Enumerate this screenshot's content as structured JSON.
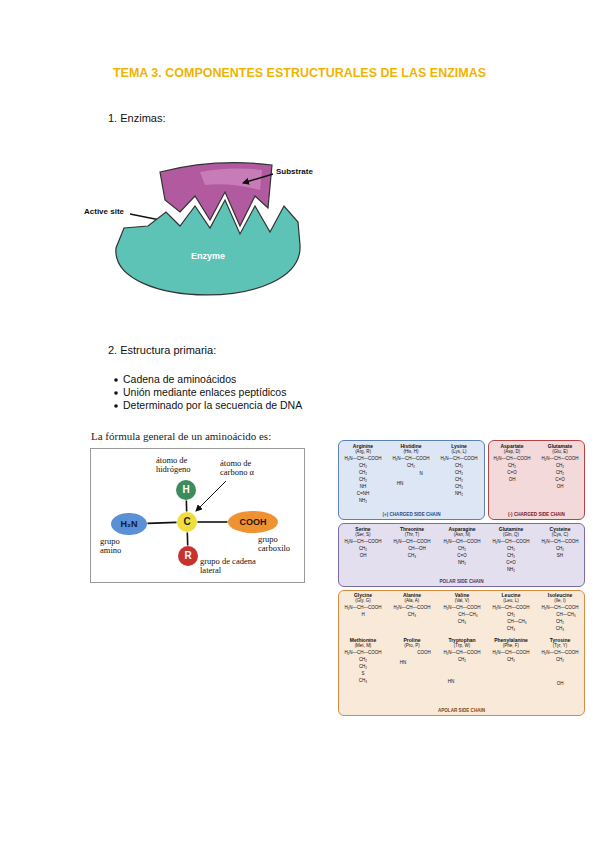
{
  "diagram": {
    "title": "TEMA 3. COMPONENTES ESTRUCTURALES DE LAS ENZIMAS",
    "nodes": [
      {
        "text": [
          "Enzyme"
        ]
      },
      {
        "text": [
          "La fórmula general de un aminoácido es:"
        ]
      },
      {
        "text": [
          "H"
        ],
        "in": 1
      },
      {
        "text": [
          "H₂N"
        ],
        "in": 1
      },
      {
        "text": [
          "C"
        ],
        "in": 1
      },
      {
        "text": [
          "COOH"
        ],
        "in": 1
      },
      {
        "text": [
          "R"
        ],
        "in": 1
      },
      {
        "text": [
          "(+) CHARGED SIDE CHAIN"
        ]
      },
      {
        "text": [
          "(-) CHARGED SIDE CHAIN"
        ]
      },
      {
        "text": [
          "POLAR SIDE CHAIN"
        ]
      },
      {
        "text": [
          "APOLAR SIDE CHAIN"
        ]
      }
    ],
    "edges": [
      {
        "from": 4,
        "to": 2,
        "arrow": "none"
      },
      {
        "from": 4,
        "to": 3,
        "arrow": "none"
      },
      {
        "from": 4,
        "to": 5,
        "arrow": "none"
      },
      {
        "from": 4,
        "to": 6,
        "arrow": "none"
      }
    ],
    "labels": [
      "1. Enzimas:",
      "Substrate",
      "Active site",
      "2. Estructura primaria:",
      "Cadena de aminoácidos",
      "Unión mediante enlaces peptídicos",
      "Determinado por la secuencia de DNA",
      "átomo de hidrógeno",
      "átomo de carbono α",
      "grupo amino",
      "grupo carboxilo",
      "grupo de cadena lateral",
      "Arginine",
      "(Arg, R)",
      "H₂N—CH—COOH",
      "CH₂",
      "CH₂",
      "CH₂",
      "NH",
      "C=NH",
      "NH₂",
      "Histidine",
      "(His, H)",
      "H₂N—CH—COOH",
      "CH₂",
      "N",
      "HN",
      "Lysine",
      "(Lys, L)",
      "H₂N—CH—COOH",
      "CH₂",
      "CH₂",
      "CH₂",
      "CH₂",
      "NH₂",
      "Aspartate",
      "(Asp, D)",
      "H₂N—CH—COOH",
      "CH₂",
      "C=O",
      "OH",
      "Glutamate",
      "(Glu, E)",
      "H₂N—CH—COOH",
      "CH₂",
      "CH₂",
      "C=O",
      "OH",
      "Serine",
      "(Ser, S)",
      "H₂N—CH—COOH",
      "CH₂",
      "OH",
      "Threonine",
      "(Thr, T)",
      "H₂N—CH—COOH",
      "CH—OH",
      "CH₃",
      "Asparagine",
      "(Asn, N)",
      "H₂N—CH—COOH",
      "CH₂",
      "C=O",
      "NH₂",
      "Glutamine",
      "(Gln, Q)",
      "H₂N—CH—COOH",
      "CH₂",
      "CH₂",
      "C=O",
      "NH₂",
      "Cysteine",
      "(Cys, C)",
      "H₂N—CH—COOH",
      "CH₂",
      "SH",
      "Glycine",
      "(Gly, G)",
      "H₂N—CH—COOH",
      "H",
      "Alanine",
      "(Ala, A)",
      "H₂N—CH—COOH",
      "CH₃",
      "Valine",
      "(Val, V)",
      "H₂N—CH—COOH",
      "CH—CH₃",
      "CH₃",
      "Leucine",
      "(Leu, L)",
      "H₂N—CH—COOH",
      "CH₂",
      "CH—CH₃",
      "CH₃",
      "Isoleucine",
      "(Ile, I)",
      "H₂N—CH—COOH",
      "CH—CH₃",
      "CH₂",
      "CH₃",
      "Methionine",
      "(Met, M)",
      "H₂N—CH—COOH",
      "CH₂",
      "CH₂",
      "S",
      "CH₃",
      "Proline",
      "(Pro, P)",
      "COOH",
      "HN",
      "Tryptophan",
      "(Trp, W)",
      "H₂N—CH—COOH",
      "CH₂",
      "HN",
      "Phenylalanine",
      "(Phe, F)",
      "H₂N—CH—COOH",
      "CH₂",
      "Tyrosine",
      "(Tyr, Y)",
      "H₂N—CH—COOH",
      "CH₂",
      "OH"
    ]
  }
}
